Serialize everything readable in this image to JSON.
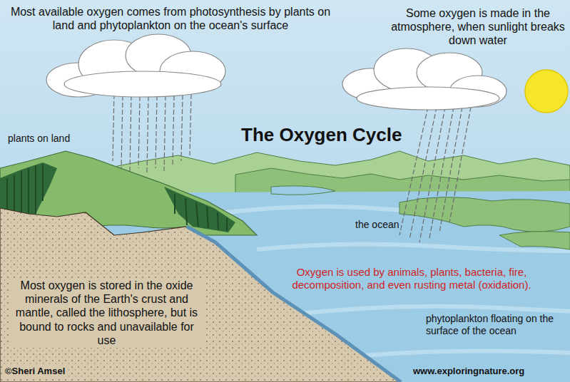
{
  "diagram": {
    "title": "The Oxygen Cycle",
    "labels": [
      "Most available oxygen comes from photosynthesis by plants on land and phytoplankton on the ocean's surface",
      "Some oxygen is made in the atmosphere, when sunlight breaks down water",
      "plants on land",
      "the ocean",
      "Oxygen is used by animals, plants, bacteria, fire, decomposition, and even rusting metal (oxidation).",
      "Most oxygen is stored in the oxide minerals of the Earth's crust and mantle, called the lithosphere, but is bound to rocks and unavailable for use",
      "phytoplankton floating on the surface of the ocean",
      "©Sheri Amsel",
      "www.exploringnature.org"
    ]
  }
}
